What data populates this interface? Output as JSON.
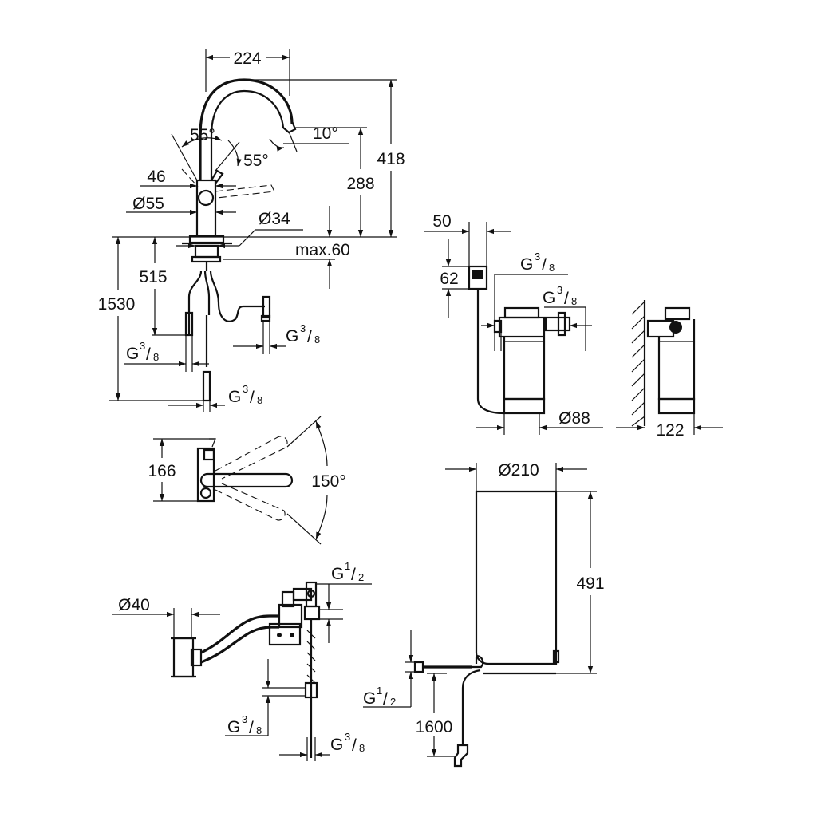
{
  "dimensions": {
    "d224": "224",
    "d418": "418",
    "d288": "288",
    "ang55a": "55°",
    "ang55b": "55°",
    "ang10": "10°",
    "d46": "46",
    "dia55": "Ø55",
    "dia34": "Ø34",
    "max60": "max.60",
    "d515": "515",
    "d1530": "1530",
    "d50": "50",
    "d62": "62",
    "dia88": "Ø88",
    "d122": "122",
    "d166": "166",
    "ang150": "150°",
    "dia210": "Ø210",
    "d491": "491",
    "dia40": "Ø40",
    "d1600": "1600"
  },
  "threads": {
    "g38": {
      "g": "G",
      "num": "3",
      "den": "8"
    },
    "g12": {
      "g": "G",
      "num": "1",
      "den": "2"
    }
  }
}
